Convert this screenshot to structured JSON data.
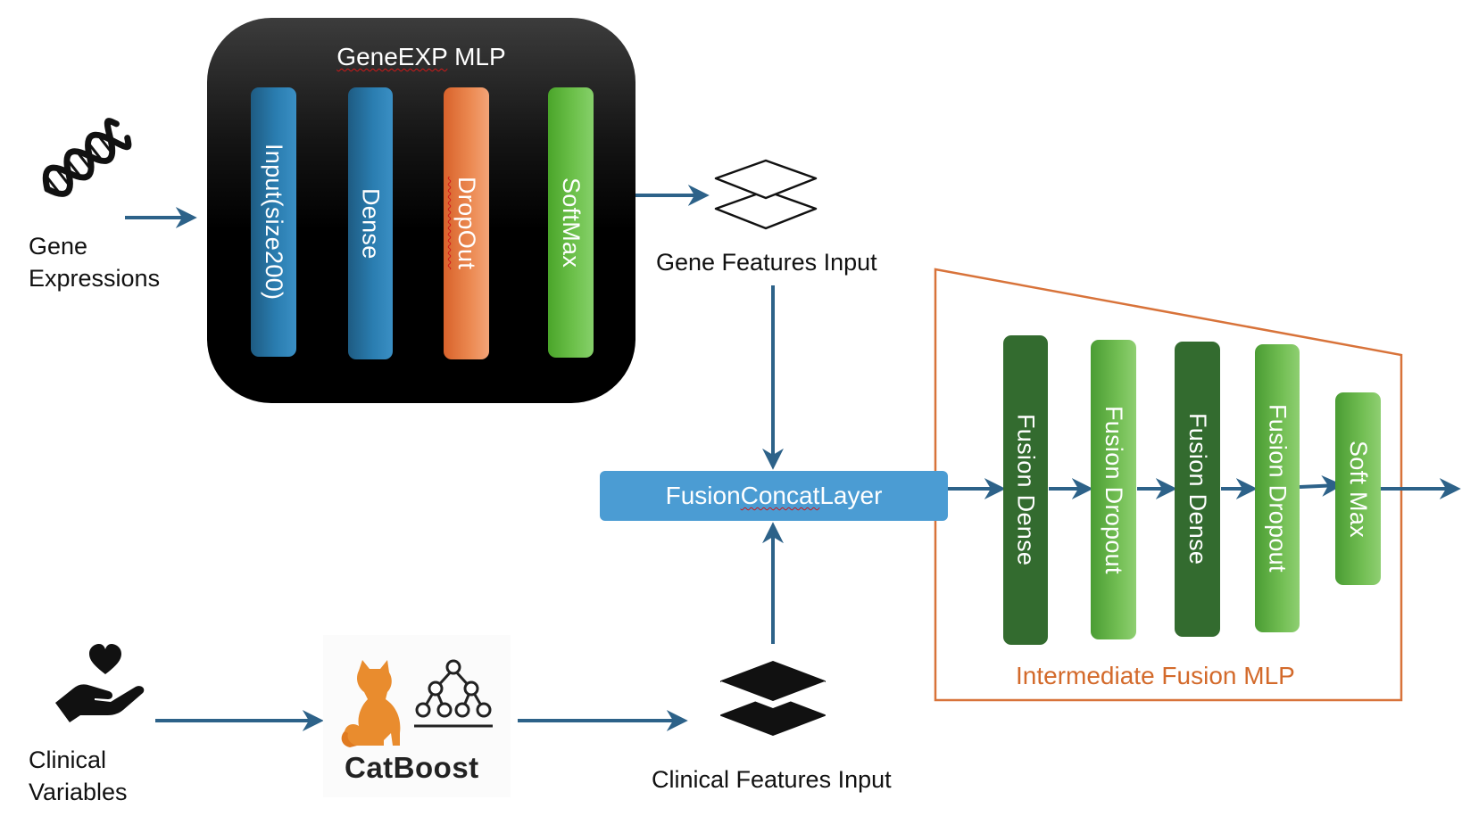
{
  "gene_input": {
    "label_line1": "Gene",
    "label_line2": "Expressions",
    "icon": "dna-icon"
  },
  "gene_mlp": {
    "title_part1": "GeneEXP",
    "title_part2": " MLP",
    "layers": [
      "Input(size200)",
      "Dense",
      "DropOut",
      "SoftMax"
    ]
  },
  "gene_features": {
    "label": "Gene Features Input",
    "icon": "layers-outline-icon"
  },
  "concat": {
    "label_part1": "Fusion ",
    "label_part2": "Concat",
    "label_part3": " Layer"
  },
  "fusion_mlp": {
    "title": "Intermediate Fusion MLP",
    "layers": [
      "Fusion Dense",
      "Fusion Dropout",
      "Fusion Dense",
      "Fusion Dropout",
      "Soft Max"
    ]
  },
  "clinical_input": {
    "label_line1": "Clinical",
    "label_line2": "Variables",
    "icon": "hand-heart-icon"
  },
  "catboost": {
    "label": "CatBoost",
    "icons": [
      "cat-icon",
      "tree-icon"
    ]
  },
  "clinical_features": {
    "label": "Clinical Features Input",
    "icon": "layers-filled-icon"
  },
  "colors": {
    "arrow": "#2d6289",
    "blue_layer": "#2a7db0",
    "orange_layer": "#ec8a52",
    "green_layer": "#6cc04a",
    "dark_green_layer": "#336b2f",
    "concat_box": "#4b9cd3",
    "fusion_outline": "#d8733a"
  }
}
